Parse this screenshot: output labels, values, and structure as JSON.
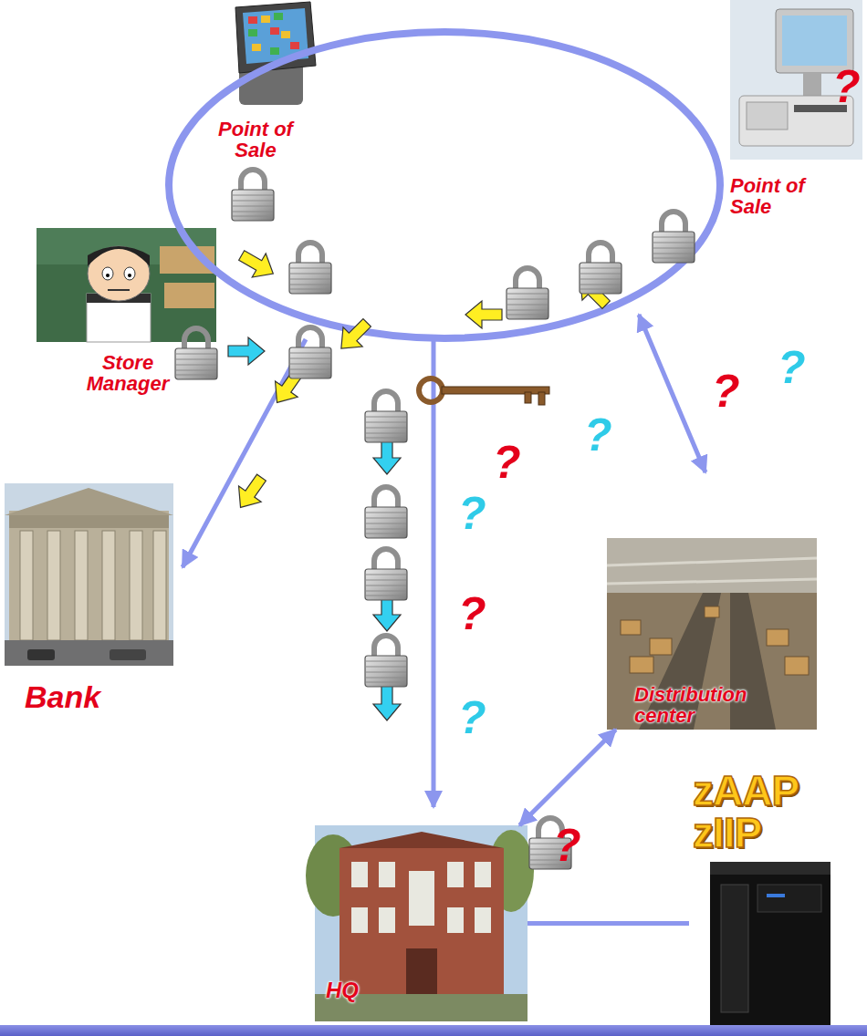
{
  "diagram": {
    "nodes": [
      {
        "text": [
          "Point of Sale"
        ]
      },
      {
        "text": [
          "Point of Sale"
        ]
      },
      {
        "text": [
          "Store Manager"
        ]
      },
      {
        "text": [
          "Bank"
        ]
      },
      {
        "text": [
          "Distribution center"
        ]
      },
      {
        "text": [
          "HQ"
        ]
      },
      {
        "text": [
          "zAAP",
          "zIIP"
        ]
      }
    ],
    "edges": [
      {
        "from": 4,
        "to": 5,
        "arrow": "both"
      },
      {
        "from": 5,
        "to": 6,
        "arrow": "none"
      }
    ],
    "labels": [
      "?",
      "?",
      "?",
      "?",
      "?",
      "?",
      "?",
      "?",
      "?"
    ]
  }
}
